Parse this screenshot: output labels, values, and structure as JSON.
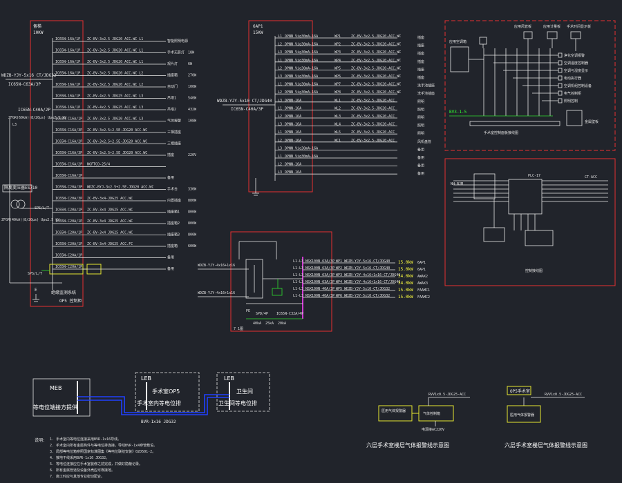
{
  "panel_left": {
    "title": "备梯",
    "power": "10KW",
    "incoming_cable": "WDZB-YJY-5x16 CT/JDG32",
    "main_breaker": "IC65N-C63A/3P",
    "spd_breaker": "IC65N-C40A/2P",
    "spd_model": "ZFGR(60kA)(8/20μs) Up≤2.5 kV",
    "l_label": "L3",
    "transformer_label": "隔离变压器ES710",
    "switch_label": "SPS/L/T",
    "spd_model_2": "ZFGR(40kA)(8/20μs) Up≤2.5 kV",
    "bottom_code": "OP5  控制柜",
    "bottom_label_1": "绝缘监测系统",
    "ground_label": "E",
    "circuits": [
      {
        "breaker": "IC65N-16A/1P",
        "cable": "ZC-BV-3x2.5 JDG20 ACC.WC  L1",
        "name": "智能照明电源",
        "power": ""
      },
      {
        "breaker": "IC65N-16A/1P",
        "cable": "ZC-BV-3x2.5 JDG20 ACC.WC  L1",
        "name": "手术无影灯",
        "power": "18W"
      },
      {
        "breaker": "IC65N-16A/1P",
        "cable": "ZC-BV-3x2.5 JDG20 ACC.WC  L1",
        "name": "观片灯",
        "power": "6W"
      },
      {
        "breaker": "IC65N-16A/1P",
        "cable": "ZC-BV-3x2.5 JDG20 ACC.WC  L2",
        "name": "插座箱",
        "power": "270W"
      },
      {
        "breaker": "IC65N-16A/1P",
        "cable": "ZC-BV-3x2.5 JDG20 ACC.WC  L2",
        "name": "自动门",
        "power": "100W"
      },
      {
        "breaker": "IC65N-16A/1P",
        "cable": "ZC-BV-4x2.5 JDG25 ACC.WC  L3",
        "name": "吊塔1",
        "power": "540W"
      },
      {
        "breaker": "IC65N-16A/1P",
        "cable": "ZC-BV-4x2.5 JDG25 ACC.WC  L3",
        "name": "吊塔2",
        "power": "432W"
      },
      {
        "breaker": "IC65N-C16A/1P",
        "cable": "ZC-BV-3x2.5 JDG20 ACC.WC  L3",
        "name": "气体报警",
        "power": "108W"
      },
      {
        "breaker": "IC65N-C16A/3P",
        "cable": "ZC-BV-3x2.5+2.5E-JDG20 ACC.WC",
        "name": "三相插座",
        "power": ""
      },
      {
        "breaker": "IC65N-C16A/2P",
        "cable": "ZC-BV-3x2.5+2.5E-JDG20 ACC.WC",
        "name": "三相插座",
        "power": ""
      },
      {
        "breaker": "IC65N-C16A/3P",
        "cable": "ZC-BV-3x2.5+2.5E JDG20 ACC.WC",
        "name": "插座",
        "power": "220V"
      },
      {
        "breaker": "IC65N-C16A/2P",
        "cable": "NGFTCO-25/4",
        "name": "",
        "power": ""
      },
      {
        "breaker": "IC65N-C16A/1P",
        "cable": "",
        "name": "备用",
        "power": ""
      },
      {
        "breaker": "IC65N-C20A/3P",
        "cable": "WDZC-BYJ-3x2.5+2.5E-JDG20 ACC.WC",
        "name": "手术台",
        "power": "330W"
      },
      {
        "breaker": "IC65N-C20A/3P",
        "cable": "ZC-BV-3x4-JDG25 ACC.WC",
        "name": "内置插座",
        "power": "880W"
      },
      {
        "breaker": "IC65N-C20A/1P",
        "cable": "ZC-BV-3x4 JDG25 ACC.WC",
        "name": "插座箱1",
        "power": "800W"
      },
      {
        "breaker": "IC65N-C20A/1P",
        "cable": "ZC-BV-3x4 JDG25 ACC.WC",
        "name": "插座箱2",
        "power": "800W"
      },
      {
        "breaker": "IC65N-C20A/1P",
        "cable": "ZC-BV-3x4 JDG25 ACC.WC",
        "name": "插座箱3",
        "power": "800W"
      },
      {
        "breaker": "IC65N-C20A/1P",
        "cable": "ZC-BV-3x4-JDG25 ACC.FC",
        "name": "插座箱",
        "power": "600W"
      },
      {
        "breaker": "IC65N-C20A/1P",
        "cable": "",
        "name": "备用",
        "power": ""
      },
      {
        "breaker": "IC65N-C20A/1P",
        "cable": "",
        "name": "备用",
        "power": ""
      }
    ]
  },
  "panel_mid": {
    "title": "6AP1",
    "power": "15KW",
    "incoming_cable": "WDZB-YJY-5x10 CT/JDG40",
    "main_breaker": "IC65N-C40A/3P",
    "phases": [
      "L1",
      "L2",
      "L3",
      "L1",
      "L2",
      "L3",
      "L1",
      "L2",
      "L3",
      "L1",
      "L2",
      "L3",
      "L1",
      "L2",
      "L3",
      "L1",
      "L2",
      "L3"
    ],
    "circuits": [
      {
        "breaker": "DPNN Vig30mA-16A",
        "id": "WP1",
        "cable": "ZC-BV-3x2.5-JDG20-ACC.WC",
        "use": "插座"
      },
      {
        "breaker": "DPNN Vig30mA-16A",
        "id": "WP2",
        "cable": "ZC-BV-3x2.5-JDG20-ACC.WC",
        "use": "插座"
      },
      {
        "breaker": "DPNN Vig30mA-16A",
        "id": "WP3",
        "cable": "ZC-BV-3x2.5-JDG20-ACC.WC",
        "use": "插座"
      },
      {
        "breaker": "DPNN Vig30mA-16A",
        "id": "WP4",
        "cable": "ZC-BV-3x2.5-JDG20-ACC.WC",
        "use": "插座"
      },
      {
        "breaker": "DPNN Vig30mA-16A",
        "id": "WP5",
        "cable": "ZC-BV-3x2.5-JDG20-ACC.WC",
        "use": "插座"
      },
      {
        "breaker": "DPNN Vig30mA-16A",
        "id": "WP6",
        "cable": "ZC-BV-3x2.5-JDG20-ACC.WC",
        "use": "插座"
      },
      {
        "breaker": "DPNN Vig30mA-16A",
        "id": "WP7",
        "cable": "ZC-BV-3x2.5-JDG20-ACC.WC",
        "use": "洗手池插座"
      },
      {
        "breaker": "DPNN Vig30mA-16A",
        "id": "WP8",
        "cable": "ZC-BV-3x2.5-JDG20-ACC.WC",
        "use": "洗手池插座"
      },
      {
        "breaker": "DPNN-16A",
        "id": "WL1",
        "cable": "ZC-BV-3x2.5-JDG20-ACC",
        "use": "照明"
      },
      {
        "breaker": "DPNN-16A",
        "id": "WL2",
        "cable": "ZC-BV-3x2.5-JDG20-ACC",
        "use": "照明"
      },
      {
        "breaker": "DPNN-16A",
        "id": "WL3",
        "cable": "ZC-BV-3x2.5-JDG20-ACC",
        "use": "照明"
      },
      {
        "breaker": "DPNN-16A",
        "id": "WL4",
        "cable": "ZC-BV-3x2.5-JDG20-ACC",
        "use": "照明"
      },
      {
        "breaker": "DPNN-16A",
        "id": "WL5",
        "cable": "ZC-BV-3x2.5-JDG20-ACC",
        "use": "照明"
      },
      {
        "breaker": "DPNN-16A",
        "id": "WC1",
        "cable": "ZC-BV-3x2.5-JDG20-ACC",
        "use": "风机盘管"
      },
      {
        "breaker": "DPNN Vig30mA-16A",
        "id": "",
        "cable": "",
        "use": "备用"
      },
      {
        "breaker": "DPNN Vig30mA-16A",
        "id": "",
        "cable": "",
        "use": "备用"
      },
      {
        "breaker": "DPNN-16A",
        "id": "",
        "cable": "",
        "use": "备用"
      },
      {
        "breaker": "DPNN-16A",
        "id": "",
        "cable": "",
        "use": "备用"
      }
    ]
  },
  "panel_third": {
    "bus_label": "7 1图",
    "feed_1": "WDZB-YJY-4x16+1x16",
    "feed_2": "WDZB-YJY-4x16+1x16",
    "lower_labels": [
      "SPD/4P",
      "IC65N-C32A/4P"
    ],
    "lower_values": [
      "40kA",
      "25kA",
      "20kA"
    ],
    "pe_label": "PE",
    "rows": [
      {
        "ph": "L1-L3",
        "breaker": "NSX100N-63A/3P",
        "id": "WP1",
        "cable": "WDZB-YJY-5x16-CT/JDG40",
        "power": "15.0kW",
        "dest": "6AP1"
      },
      {
        "ph": "L1-L3",
        "breaker": "NSX100N-63A/3P",
        "id": "WP2",
        "cable": "WDZB-YJY-5x16-CT/JDG40",
        "power": "15.0kW",
        "dest": "6AP1"
      },
      {
        "ph": "L1-L3",
        "breaker": "NSX100N-63A/3P",
        "id": "WP3",
        "cable": "WDZB-YJY-4x16+1x16-CT/JDG40",
        "power": "34.0kW",
        "dest": "AWAX2"
      },
      {
        "ph": "L1-L3",
        "breaker": "NSX100N-63A/3P",
        "id": "WP4",
        "cable": "WDZB-YJY-4x16+1x16-CT/JDG40",
        "power": "34.0kW",
        "dest": "AWAX3"
      },
      {
        "ph": "L1-L3",
        "breaker": "NSX100N-40A/3P",
        "id": "WP5",
        "cable": "WDZB-YJY-5x10-CT/JDG32",
        "power": "15.0kW",
        "dest": "FAAMC1"
      },
      {
        "ph": "L1-L3",
        "breaker": "NSX100N-40A/3P",
        "id": "WP6",
        "cable": "WDZB-YJY-5x10-CT/JDG32",
        "power": "15.0kW",
        "dest": "FAAMC2"
      }
    ]
  },
  "control_tr": {
    "top_labels": [
      "应用风管板",
      "应用计量板",
      "手术时间显示板",
      "应用空调箱"
    ],
    "side_labels": [
      "净化空调报警",
      "空调温度控制器",
      "空调与湿度显示",
      "电动执行器",
      "空调机组控制设备",
      "电气控制柜",
      "照明控制"
    ],
    "green_label": "BV3-1.5",
    "right_label": "金属壁板",
    "bottom_caption": "手术室控制面板接线图"
  },
  "control_br": {
    "left_label": "NH-BJM",
    "right_label": "CT-ACC",
    "center_label": "PLC-17",
    "caption": "控制接线图"
  },
  "equipotential": {
    "meb_title": "MEB",
    "meb_label": "等电位端接方提供",
    "leb1_title": "LEB",
    "leb1_sub": "手术室OP5",
    "leb1_label": "手术室内等电位排",
    "leb2_title": "LEB",
    "leb2_sub": "卫生间",
    "leb2_label": "卫生间等电位排",
    "cable_label": "BVR-1x16 JDG32"
  },
  "gas1": {
    "box1": "医用气体报警器",
    "box2": "气体控制箱",
    "cable": "RVV1x0.5-JDG25-ACC",
    "power_label": "电源接AC220V",
    "title": "六层手术室楼层气体报警线示意图"
  },
  "gas2": {
    "op_label": "OP5手术室",
    "cable": "RVV1x0.5-JDG25-ACC",
    "box": "医用气体报警器",
    "title": "六层手术室楼层气体报警线示意图"
  },
  "notes": {
    "heading": "说明：",
    "lines": [
      "1. 手术室内等电位连接采用BVR-1x16导线。",
      "2. 手术室内所有金属构件与等电位排连接，导线BVR-1x4穿管敷设。",
      "3. 局部等电位箱参照国家标准图集《等电位联结安装》02D501-2。",
      "4. 接地干线采用BVR-1x16 JDG32。",
      "5. 等电位连接应在手术室装修之前完成，并做好隐蔽记录。",
      "6. 所有金属管道及设备外壳应可靠接地。",
      "7. 施工时应与其他专业密切配合。"
    ]
  }
}
